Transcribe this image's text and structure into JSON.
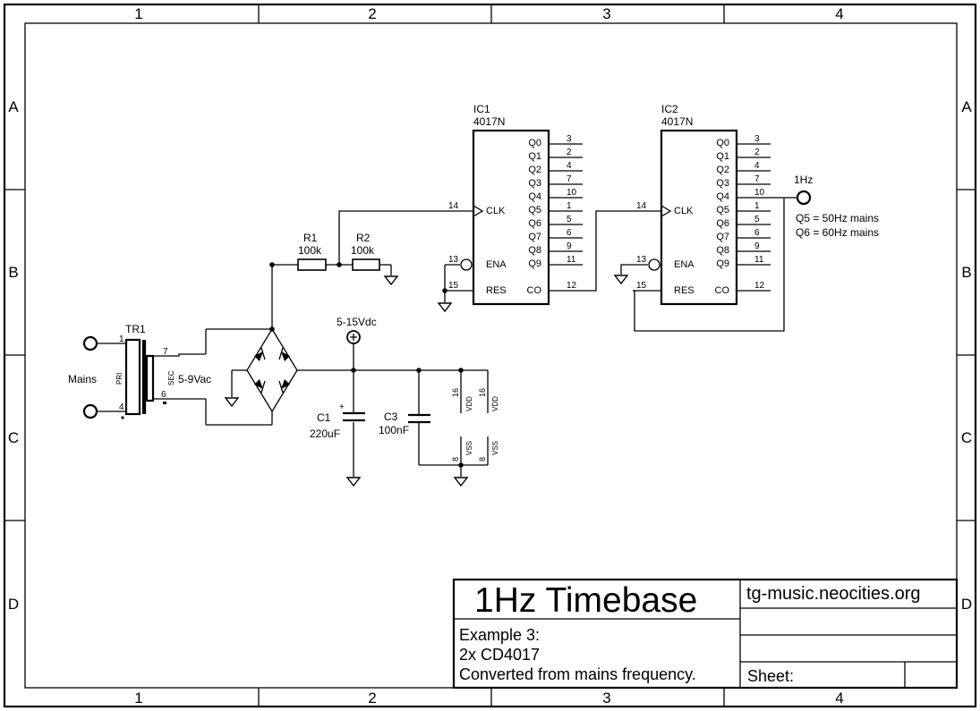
{
  "frame": {
    "columns": [
      "1",
      "2",
      "3",
      "4"
    ],
    "rows": [
      "A",
      "B",
      "C",
      "D"
    ]
  },
  "title_block": {
    "title": "1Hz Timebase",
    "website": "tg-music.neocities.org",
    "description": [
      "Example 3:",
      "2x CD4017",
      "Converted from mains frequency."
    ],
    "sheet_label": "Sheet:"
  },
  "ic1": {
    "name": "IC1",
    "part": "4017N",
    "outputs": [
      {
        "label": "Q0",
        "pin": "3"
      },
      {
        "label": "Q1",
        "pin": "2"
      },
      {
        "label": "Q2",
        "pin": "4"
      },
      {
        "label": "Q3",
        "pin": "7"
      },
      {
        "label": "Q4",
        "pin": "10"
      },
      {
        "label": "Q5",
        "pin": "1"
      },
      {
        "label": "Q6",
        "pin": "5"
      },
      {
        "label": "Q7",
        "pin": "6"
      },
      {
        "label": "Q8",
        "pin": "9"
      },
      {
        "label": "Q9",
        "pin": "11"
      }
    ],
    "clk_label": "CLK",
    "clk_pin": "14",
    "ena_label": "ENA",
    "ena_pin": "13",
    "res_label": "RES",
    "res_pin": "15",
    "co_label": "CO",
    "co_pin": "12"
  },
  "ic2": {
    "name": "IC2",
    "part": "4017N",
    "outputs": [
      {
        "label": "Q0",
        "pin": "3"
      },
      {
        "label": "Q1",
        "pin": "2"
      },
      {
        "label": "Q2",
        "pin": "4"
      },
      {
        "label": "Q3",
        "pin": "7"
      },
      {
        "label": "Q4",
        "pin": "10"
      },
      {
        "label": "Q5",
        "pin": "1"
      },
      {
        "label": "Q6",
        "pin": "5"
      },
      {
        "label": "Q7",
        "pin": "6"
      },
      {
        "label": "Q8",
        "pin": "9"
      },
      {
        "label": "Q9",
        "pin": "11"
      }
    ],
    "clk_label": "CLK",
    "clk_pin": "14",
    "ena_label": "ENA",
    "ena_pin": "13",
    "res_label": "RES",
    "res_pin": "15",
    "co_label": "CO",
    "co_pin": "12"
  },
  "output_label": "1Hz",
  "notes": [
    "Q5 = 50Hz mains",
    "Q6 = 60Hz mains"
  ],
  "r1": {
    "name": "R1",
    "value": "100k"
  },
  "r2": {
    "name": "R2",
    "value": "100k"
  },
  "supply_label": "5-15Vdc",
  "transformer": {
    "name": "TR1",
    "pri_label": "PRI",
    "sec_label": "SEC",
    "pin1": "1",
    "pin4": "4",
    "pin7": "7",
    "pin6": "6",
    "sec_voltage": "5-9Vac"
  },
  "mains_label": "Mains",
  "c1": {
    "name": "C1",
    "value": "220uF",
    "polarity": "+"
  },
  "c3": {
    "name": "C3",
    "value": "100nF"
  },
  "power_pins": {
    "vdd_pin": "16",
    "vdd_label": "VDD",
    "vss_pin": "8",
    "vss_label": "VSS"
  }
}
